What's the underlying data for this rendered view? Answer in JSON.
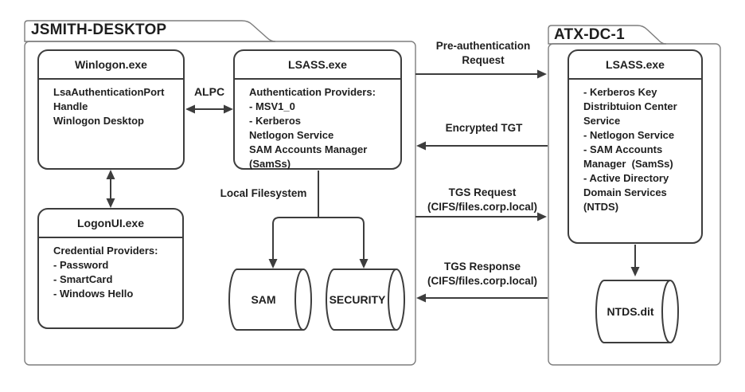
{
  "colors": {
    "background": "#ffffff",
    "node-stroke": "#3d3d3d",
    "container-stroke": "#7d7d7d",
    "edge-stroke": "#3d3d3d",
    "text": "#1f1f1f"
  },
  "containers": [
    {
      "label": "JSMITH-DESKTOP"
    },
    {
      "label": "ATX-DC-1"
    }
  ],
  "nodes": [
    {
      "title": "Winlogon.exe",
      "body": "LsaAuthenticationPort\nHandle\nWinlogon Desktop"
    },
    {
      "title": "LSASS.exe",
      "body": "Authentication Providers:\n- MSV1_0\n- Kerberos\nNetlogon Service\nSAM Accounts Manager\n(SamSs)"
    },
    {
      "title": "LogonUI.exe",
      "body": "Credential Providers:\n- Password\n- SmartCard\n- Windows Hello"
    },
    {
      "title": "LSASS.exe",
      "body": "- Kerberos Key\nDistribtuion Center\nService\n- Netlogon Service\n- SAM Accounts\nManager  (SamSs)\n- Active Directory\nDomain Services\n(NTDS)"
    }
  ],
  "datastores": [
    {
      "label": "SAM"
    },
    {
      "label": "SECURITY"
    },
    {
      "label": "NTDS.dit"
    }
  ],
  "edges": {
    "alpc": {
      "label": "ALPC"
    },
    "local_filesystem": {
      "label": "Local Filesystem"
    },
    "preauth": {
      "label": "Pre-authentication\nRequest"
    },
    "encrypted_tgt": {
      "label": "Encrypted TGT"
    },
    "tgs_request": {
      "label": "TGS Request\n(CIFS/files.corp.local)"
    },
    "tgs_response": {
      "label": "TGS Response\n(CIFS/files.corp.local)"
    }
  }
}
